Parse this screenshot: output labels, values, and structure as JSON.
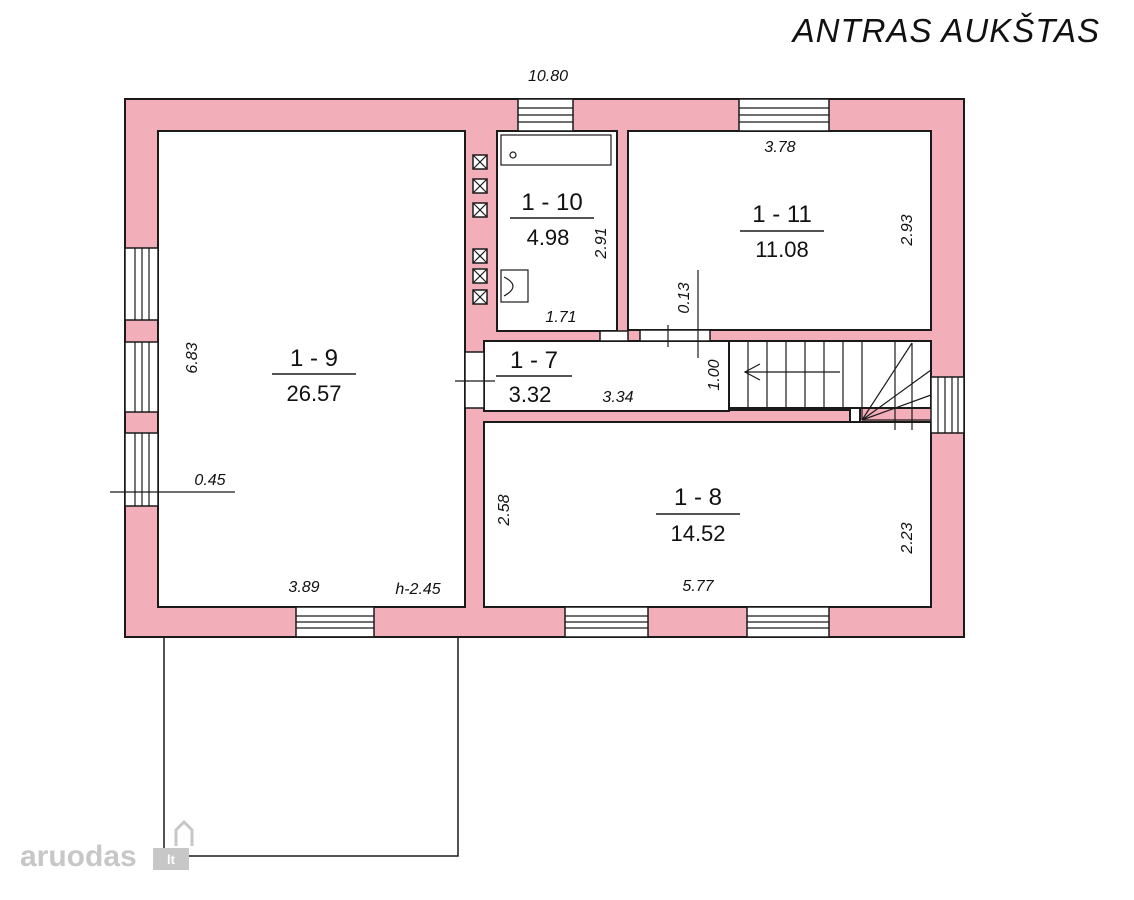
{
  "title": "ANTRAS AUKŠTAS",
  "rooms": {
    "r9": {
      "id": "1 - 9",
      "area": "26.57"
    },
    "r10": {
      "id": "1 - 10",
      "area": "4.98"
    },
    "r11": {
      "id": "1 - 11",
      "area": "11.08"
    },
    "r7": {
      "id": "1 - 7",
      "area": "3.32"
    },
    "r8": {
      "id": "1 - 8",
      "area": "14.52"
    }
  },
  "dimensions": {
    "overall_width": "10.80",
    "r11_width": "3.78",
    "r11_height": "2.93",
    "r10_height": "2.91",
    "r10_width": "1.71",
    "partition": "0.13",
    "corridor_width": "3.34",
    "corridor_height": "1.00",
    "r9_height": "6.83",
    "wall_thickness": "0.45",
    "r9_width": "3.89",
    "ceiling_height": "h-2.45",
    "r8_height_left": "2.58",
    "r8_height_right": "2.23",
    "r8_width": "5.77"
  },
  "watermark": {
    "text": "aruodas",
    "suffix": "lt"
  },
  "colors": {
    "wall": "#f2aeb9",
    "line": "#1a1a1a"
  }
}
